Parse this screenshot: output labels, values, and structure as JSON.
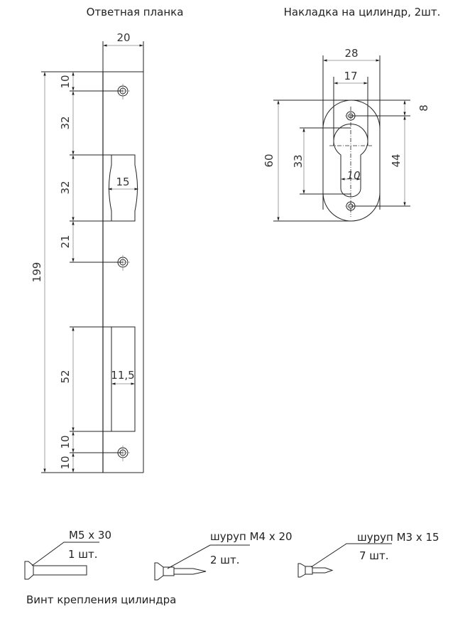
{
  "strike_plate": {
    "title": "Ответная планка",
    "dims": {
      "width": "20",
      "top_to_hole": "10",
      "hole_to_slot": "32",
      "slot_height": "32",
      "slot_to_hole": "21",
      "total_height": "199",
      "slot_width": "15",
      "lower_slot_height": "52",
      "lower_slot_width": "11,5",
      "lower_gap1": "10",
      "lower_gap2": "10"
    }
  },
  "cylinder_plate": {
    "title": "Накладка на цилиндр, 2шт.",
    "dims": {
      "width": "28",
      "hole_width": "17",
      "height": "60",
      "keyhole_height": "33",
      "slot_width": "10",
      "top_offset": "8",
      "hole_spacing": "44"
    }
  },
  "fasteners": [
    {
      "name": "М5 х 30",
      "qty": "1 шт."
    },
    {
      "name": "шуруп М4 х 20",
      "qty": "2 шт."
    },
    {
      "name": "шуруп М3 х 15",
      "qty": "7 шт."
    }
  ],
  "fastener_caption": "Винт крепления цилиндра"
}
